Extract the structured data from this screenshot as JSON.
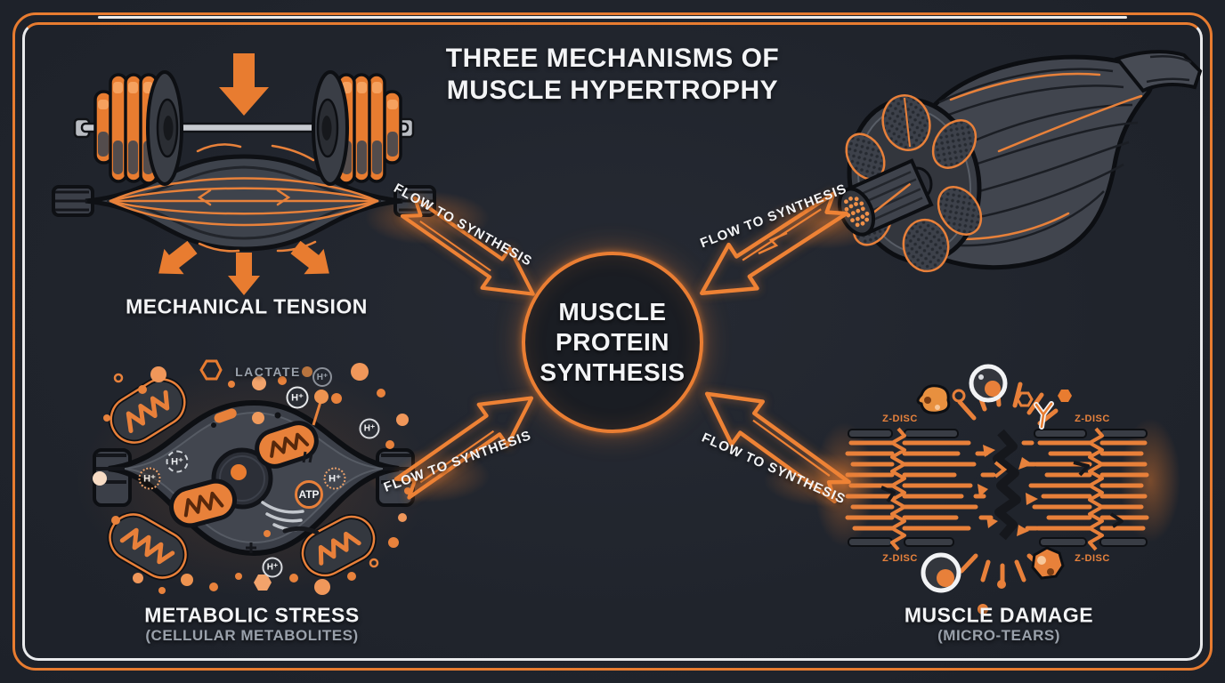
{
  "title": {
    "line1": "THREE MECHANISMS OF",
    "line2": "MUSCLE HYPERTROPHY"
  },
  "center": {
    "line1": "MUSCLE",
    "line2": "PROTEIN",
    "line3": "SYNTHESIS"
  },
  "flow_label": "FLOW TO SYNTHESIS",
  "mechanisms": {
    "mechanical": {
      "label": "MECHANICAL TENSION"
    },
    "metabolic": {
      "label": "METABOLIC STRESS",
      "sublabel": "(CELLULAR METABOLITES)"
    },
    "damage": {
      "label": "MUSCLE DAMAGE",
      "sublabel": "(MICRO-TEARS)"
    }
  },
  "cell_annotations": {
    "lactate": "LACTATE",
    "hplus": "H⁺",
    "atp": "ATP"
  },
  "sarcomere_annotations": {
    "zdisc": "Z-DISC"
  },
  "colors": {
    "background": "#20242c",
    "accent_orange": "#e87c30",
    "text_white": "#f3f4f6",
    "text_grey": "#9aa1ab"
  }
}
